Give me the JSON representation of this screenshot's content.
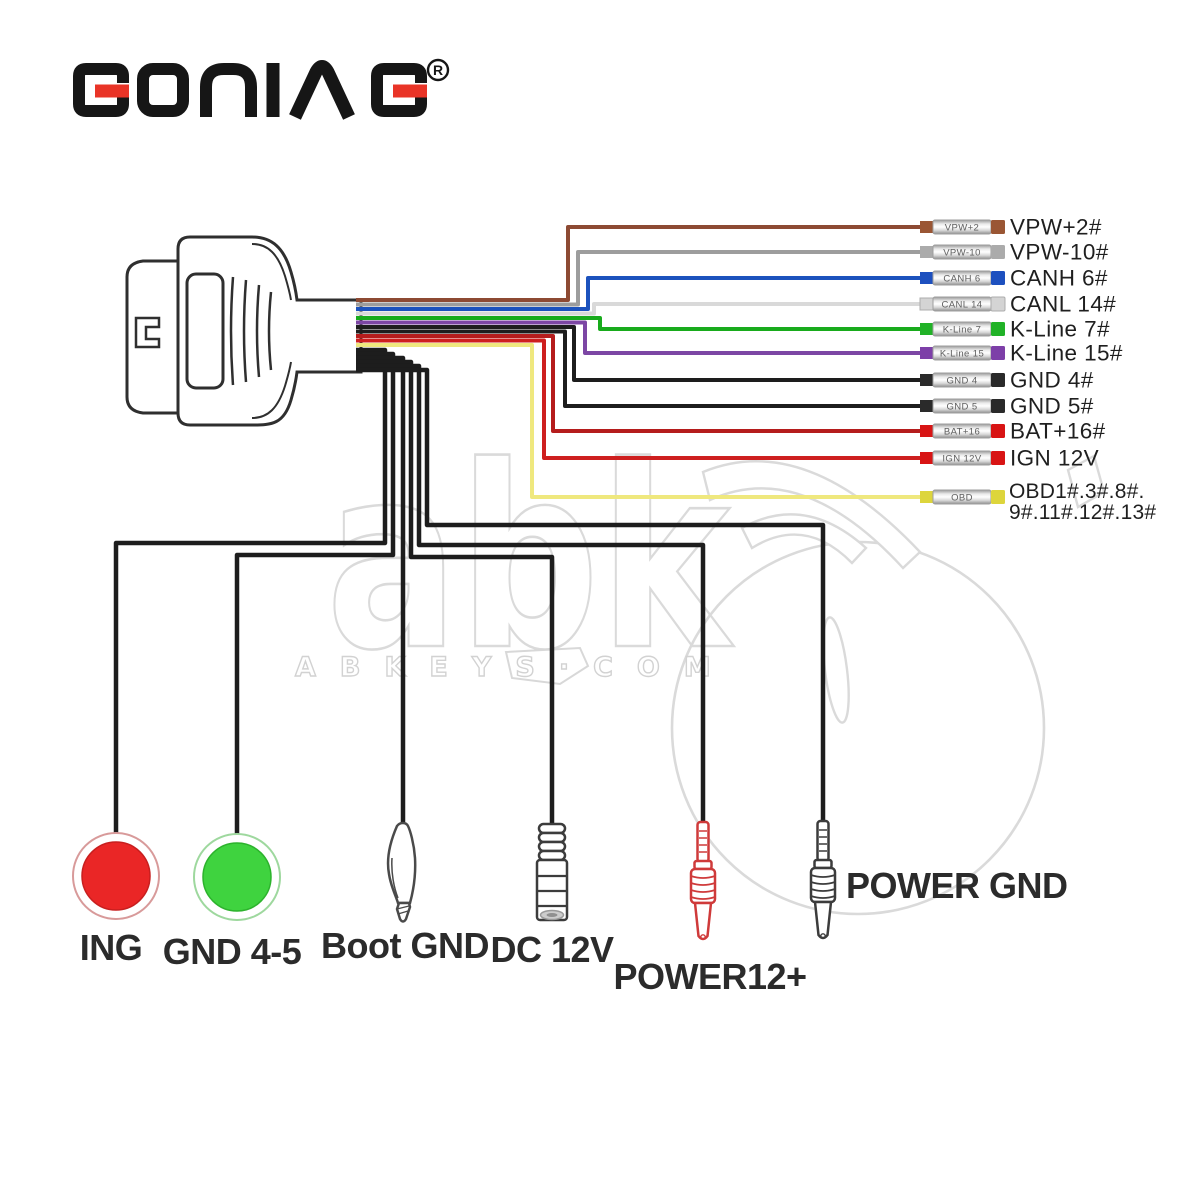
{
  "brand": {
    "logo_text": "GODIAG",
    "registered_symbol": "R",
    "logo_black": "#161616",
    "logo_red": "#e93427"
  },
  "watermark": {
    "big_text": "abk",
    "site_text": "ABKEYS·COM"
  },
  "colors": {
    "black_wire": "#1d1d1d",
    "outline": "#2f2f2f"
  },
  "wires": [
    {
      "tag": "VPW+2",
      "label": "VPW+2#",
      "color": "#8d4a33",
      "cap": "#9a5634"
    },
    {
      "tag": "VPW-10",
      "label": "VPW-10#",
      "color": "#9d9d9d",
      "cap": "#ababab"
    },
    {
      "tag": "CANH 6",
      "label": "CANH 6#",
      "color": "#1c52bd",
      "cap": "#1d50bf"
    },
    {
      "tag": "CANL 14",
      "label": "CANL 14#",
      "color": "#d9d9d9",
      "cap": "#d4d4d4"
    },
    {
      "tag": "K-Line 7",
      "label": "K-Line 7#",
      "color": "#18ab1c",
      "cap": "#21b227"
    },
    {
      "tag": "K-Line 15",
      "label": "K-Line 15#",
      "color": "#7c46a4",
      "cap": "#7d3fa8"
    },
    {
      "tag": "GND 4",
      "label": "GND 4#",
      "color": "#1d1d1d",
      "cap": "#2a2a2a"
    },
    {
      "tag": "GND 5",
      "label": "GND 5#",
      "color": "#1d1d1d",
      "cap": "#2a2a2a"
    },
    {
      "tag": "BAT+16",
      "label": "BAT+16#",
      "color": "#b51c1c",
      "cap": "#d81414"
    },
    {
      "tag": "IGN 12V",
      "label": "IGN 12V",
      "color": "#ce1f1f",
      "cap": "#d81414"
    },
    {
      "tag": "OBD",
      "label": "OBD1#.3#.8#.",
      "label_line2": "9#.11#.12#.13#",
      "color": "#efe87e",
      "cap": "#ddd53c"
    }
  ],
  "bottom_connectors": [
    {
      "label": "ING",
      "type": "red-circle",
      "fill": "#ea2626",
      "ring": "#d89a9a"
    },
    {
      "label": "GND 4-5",
      "type": "green-circle",
      "fill": "#3fd33f",
      "ring": "#9ed89e"
    },
    {
      "label": "Boot GND",
      "type": "alligator-clip",
      "stroke": "#4a4a4a"
    },
    {
      "label": "DC 12V",
      "type": "dc-barrel-jack",
      "stroke": "#3c3c3c"
    },
    {
      "label": "POWER12+",
      "type": "red-test-probe",
      "stroke": "#cf3a3a"
    },
    {
      "label": "POWER GND",
      "type": "black-test-probe",
      "stroke": "#3c3c3c"
    }
  ]
}
